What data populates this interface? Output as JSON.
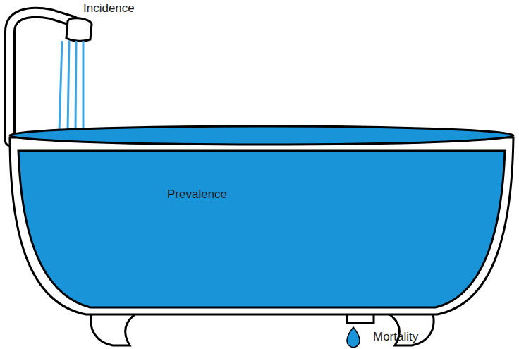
{
  "diagram": {
    "labels": [
      "Incidence",
      "Prevalence",
      "Mortality"
    ]
  }
}
